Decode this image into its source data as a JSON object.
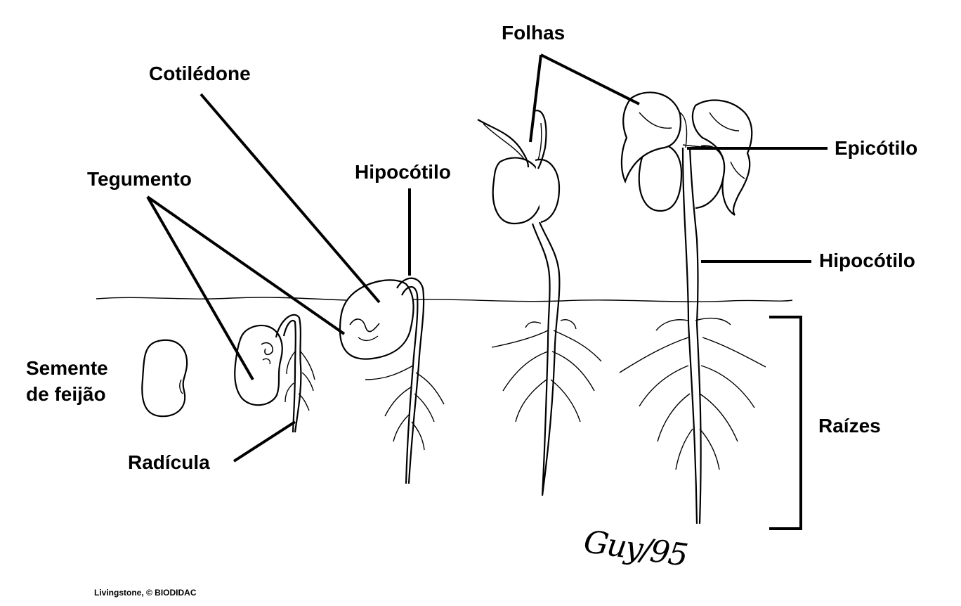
{
  "labels": {
    "seed": "Semente\nde feijão",
    "radicle": "Radícula",
    "seed_coat": "Tegumento",
    "cotyledon": "Cotilédone",
    "hypocotyl_top": "Hipocótilo",
    "leaves": "Folhas",
    "epicotyl": "Epicótilo",
    "hypocotyl_right": "Hipocótilo",
    "roots": "Raízes"
  },
  "signature": "Guy/95",
  "credit": "Livingstone, © BIODIDAC",
  "colors": {
    "ink": "#000000",
    "background": "#ffffff"
  }
}
